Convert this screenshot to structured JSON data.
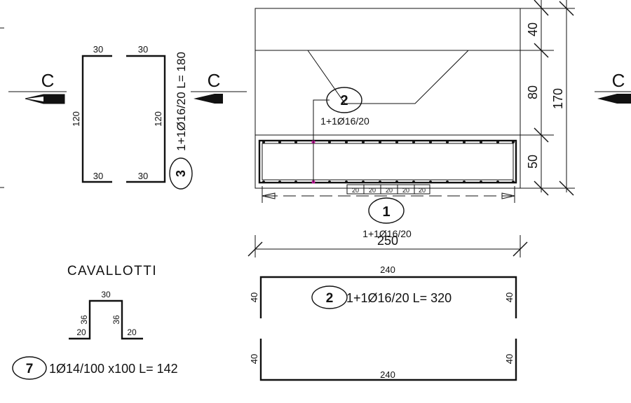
{
  "section_marks": {
    "letter": "C"
  },
  "stirrup_left": {
    "dims": {
      "top_left": "30",
      "top_right": "30",
      "side_left": "120",
      "side_right": "120",
      "bottom_left": "30",
      "bottom_right": "30"
    },
    "mark": "3",
    "spec": "1+1Ø16/20 L= 180"
  },
  "section": {
    "dims": {
      "d1": "40",
      "d2": "80",
      "d3": "50",
      "total": "170",
      "width": "250"
    },
    "mark2": "2",
    "mark2_spec": "1+1Ø16/20",
    "mark1": "1",
    "mark1_spec": "1+1Ø16/20",
    "spacing_label": "20"
  },
  "cavallotti": {
    "title": "CAVALLOTTI",
    "dims": {
      "top": "30",
      "leg_left": "36",
      "leg_right": "36",
      "foot_left": "20",
      "foot_right": "20"
    },
    "mark": "7",
    "spec": "1Ø14/100 x100 L= 142"
  },
  "bar2_detail": {
    "mark": "2",
    "spec": "1+1Ø16/20 L= 320",
    "top_length": "240",
    "bottom_length": "240",
    "leg_top_left": "40",
    "leg_top_right": "40",
    "leg_bottom_left": "40",
    "leg_bottom_right": "40"
  },
  "colors": {
    "line": "#111111",
    "highlight": "#d21aa6"
  }
}
